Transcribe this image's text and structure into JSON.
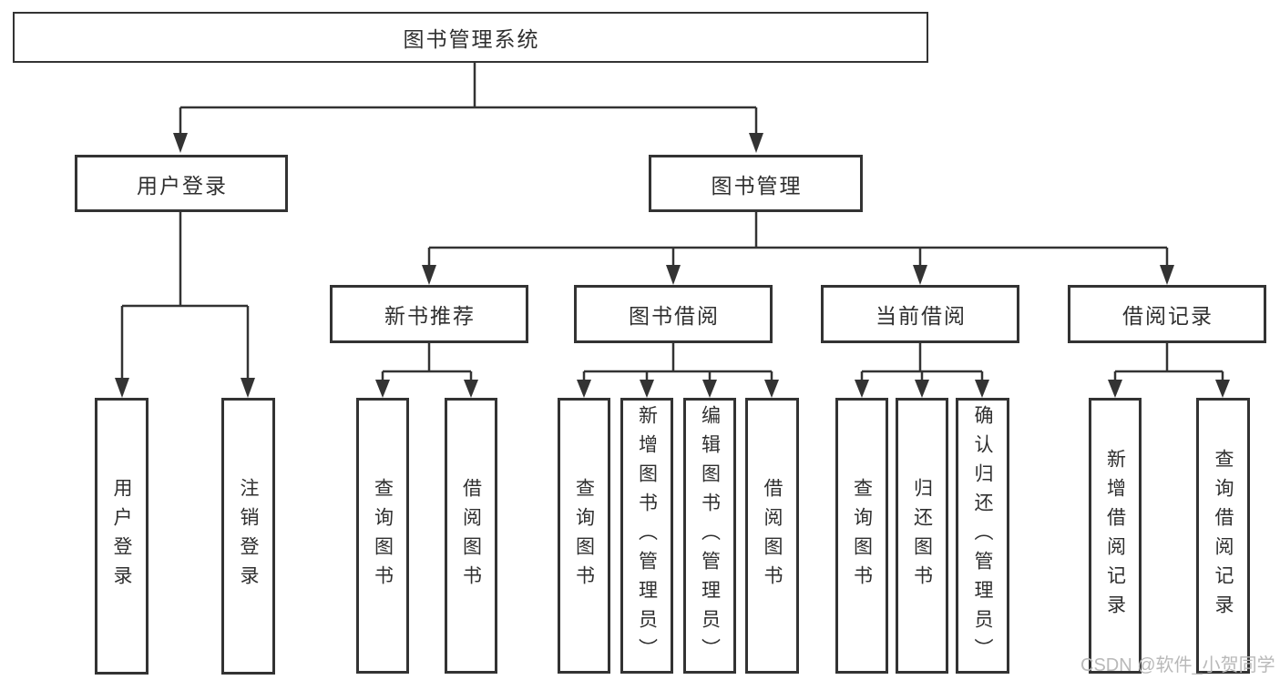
{
  "diagram": {
    "root": {
      "label": "图书管理系统"
    },
    "level2": {
      "user_login": {
        "label": "用户登录"
      },
      "book_mgmt": {
        "label": "图书管理"
      }
    },
    "level3": {
      "new_books": {
        "label": "新书推荐"
      },
      "book_borrow": {
        "label": "图书借阅"
      },
      "current_borrow": {
        "label": "当前借阅"
      },
      "borrow_records": {
        "label": "借阅记录"
      }
    },
    "leaves": {
      "user_login": [
        "用户登录",
        "注销登录"
      ],
      "new_books": [
        "查询图书",
        "借阅图书"
      ],
      "book_borrow": [
        "查询图书",
        "新增图书（管理员）",
        "编辑图书（管理员）",
        "借阅图书"
      ],
      "current_borrow": [
        "查询图书",
        "归还图书",
        "确认归还（管理员）"
      ],
      "borrow_records": [
        "新增借阅记录",
        "查询借阅记录"
      ]
    }
  },
  "watermark": {
    "text": "CSDN @软件_小贺同学"
  },
  "colors": {
    "line": "#333333",
    "text": "#2f2f2f",
    "watermark": "#b9b9b9",
    "background": "#ffffff"
  }
}
